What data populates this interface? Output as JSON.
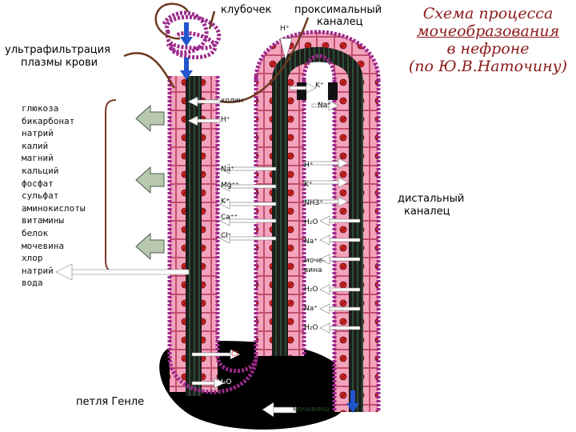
{
  "title": {
    "line1": "Схема процесса",
    "line2": "мочеобразования",
    "line3": "в нефроне",
    "line4": "(по Ю.В.Наточину)"
  },
  "labels": {
    "klubochek": "клубочек",
    "proximal_line1": "проксимальный",
    "proximal_line2": "каналец",
    "ultra_line1": "ультрафильтрация",
    "ultra_line2": "плазмы крови",
    "distal_line1": "дистальный",
    "distal_line2": "каналец",
    "henle": "петля Генле"
  },
  "filtrate_list": [
    "глюкоза",
    "бикарбонат",
    "натрий",
    "калий",
    "магний",
    "кальций",
    "фосфат",
    "сульфат",
    "аминокислоты",
    "витамины",
    "белок",
    "мочевина",
    "хлор",
    "натрий",
    "вода"
  ],
  "ions": {
    "h_top": "H⁺",
    "k_top": "K⁺",
    "holin": "холин",
    "na_top": "Na⁺",
    "h_left": "H⁺",
    "na_left": "Na⁺",
    "mg_left": "Mg⁺⁺",
    "k_left": "K⁺",
    "ca_left": "Ca⁺⁺",
    "cl_left": "Cl⁻",
    "h_right": "H⁺",
    "k_right": "K⁺",
    "nh3_right": "NH3⁺",
    "h2o_right1": "H₂O",
    "na_right1": "Na⁺",
    "urea_right_a": "моче-",
    "urea_right_b": "вина",
    "h2o_right2": "H₂O",
    "na_right2": "Na⁺",
    "h2o_right3": "H₂O",
    "cl_bottom": "Cl",
    "h2o_bottom": "H₂O",
    "urea_bottom": "мочевина"
  },
  "colors": {
    "title": "#8b1a1a",
    "cell_fill": "#f4a3bd",
    "cell_stroke": "#c0506e",
    "nucleus": "#d42020",
    "tube_edge": "#9c2a8c",
    "lumen": "#2a2a2a",
    "arrow": "#ffffff",
    "blob": "#000000",
    "vessel": "#6b3a1f",
    "flow_arrow": "#2255cc"
  }
}
